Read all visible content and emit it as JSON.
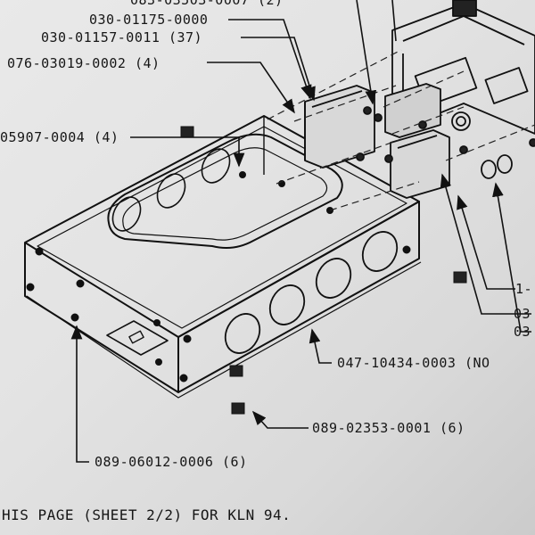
{
  "part_labels": [
    "083-03503-0007 (2)",
    "030-01175-0000",
    "030-01157-0011 (37)",
    "076-03019-0002 (4)",
    "05907-0004 (4)",
    "047-10434-0003 (NO",
    "089-02353-0001 (6)",
    "089-06012-0006 (6)",
    "1-",
    "03",
    "03"
  ],
  "footer_note": "HIS PAGE (SHEET 2/2) FOR KLN 94."
}
